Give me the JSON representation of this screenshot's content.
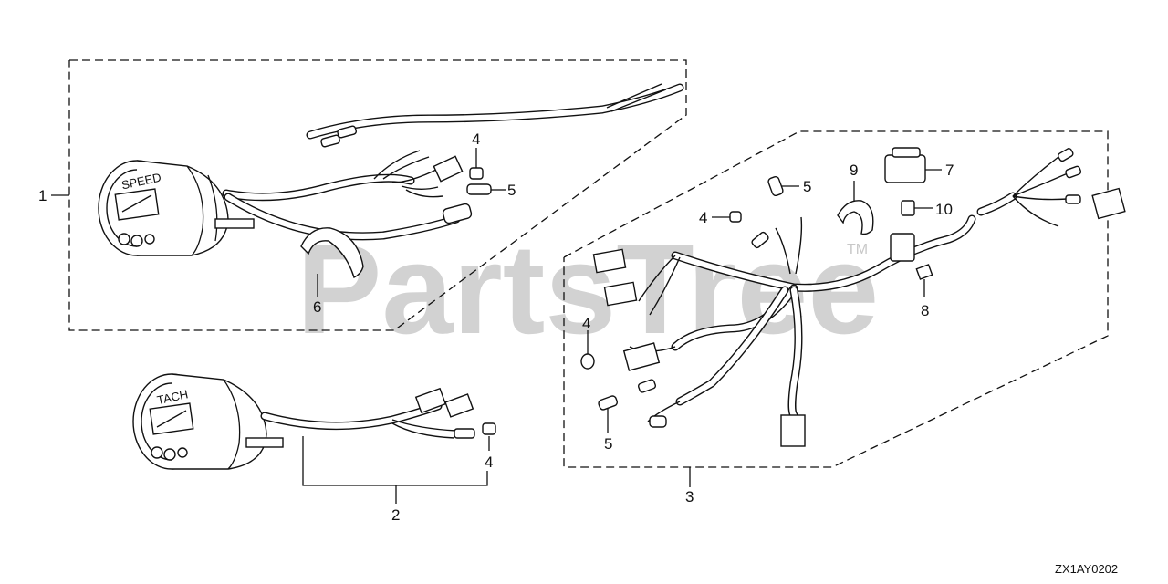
{
  "watermark": {
    "text": "PartsTree",
    "tm": "TM"
  },
  "diagram_code": "ZX1AY0202",
  "callouts": {
    "c1": "1",
    "c2": "2",
    "c3": "3",
    "c4a": "4",
    "c4b": "4",
    "c4c": "4",
    "c4d": "4",
    "c5a": "5",
    "c5b": "5",
    "c5c": "5",
    "c6": "6",
    "c7": "7",
    "c8": "8",
    "c9": "9",
    "c10": "10"
  },
  "gauge_faces": {
    "speed": "SPEED",
    "tach": "TACH"
  }
}
